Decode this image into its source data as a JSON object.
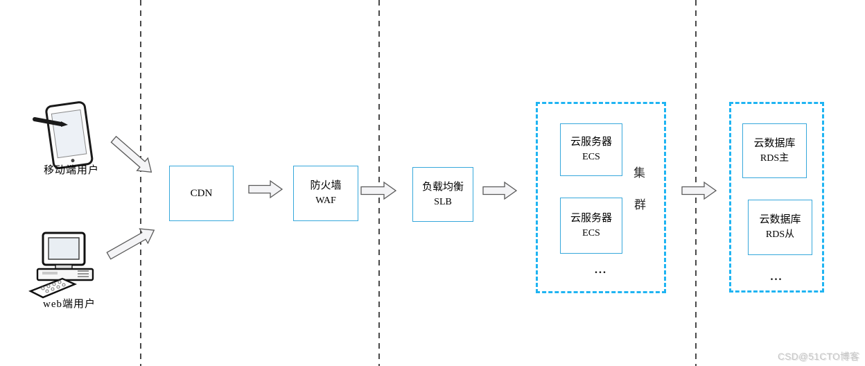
{
  "users": {
    "mobile": {
      "label": "移动端用户",
      "icon": "tablet-stylus-icon"
    },
    "web": {
      "label": "web端用户",
      "icon": "desktop-computer-icon"
    }
  },
  "nodes": {
    "cdn": {
      "line1": "CDN"
    },
    "waf": {
      "line1": "防火墙",
      "line2": "WAF"
    },
    "slb": {
      "line1": "负载均衡",
      "line2": "SLB"
    },
    "ecs_1": {
      "line1": "云服务器",
      "line2": "ECS"
    },
    "ecs_2": {
      "line1": "云服务器",
      "line2": "ECS"
    },
    "rds_master": {
      "line1": "云数据库",
      "line2": "RDS主"
    },
    "rds_slave": {
      "line1": "云数据库",
      "line2": "RDS从"
    }
  },
  "groups": {
    "ecs_cluster": {
      "vertical_label": [
        "集",
        "群"
      ],
      "more": "..."
    },
    "rds_group": {
      "more": "..."
    }
  },
  "watermark": {
    "text": "CSD@51CTO博客"
  },
  "colors": {
    "node_border": "#35a7db",
    "group_border": "#1fb4f2",
    "separator_line": "#1a1a1a",
    "arrow_fill": "#f4f4f6",
    "arrow_stroke": "#595959",
    "cluster_text": "#2b2b2b",
    "watermark_text": "#c6c6c6"
  }
}
